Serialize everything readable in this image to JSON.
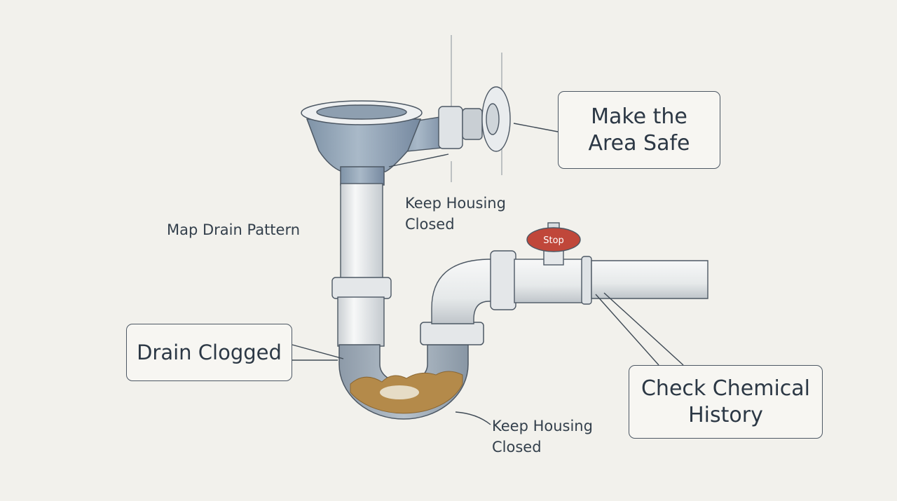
{
  "callouts": {
    "area_safe": "Make the Area Safe",
    "drain_clogged": "Drain Clogged",
    "chemical_history": "Check Chemical History"
  },
  "labels": {
    "map_drain_pattern": "Map Drain Pattern",
    "keep_housing_top": "Keep Housing Closed",
    "keep_housing_bottom": "Keep Housing Closed",
    "stop_valve": "Stop"
  },
  "colors": {
    "background": "#f2f1ec",
    "pipe_white": "#eef0f0",
    "strainer_blue": "#8fa2b5",
    "clog_brown": "#b48a4a",
    "valve_red": "#c0473a",
    "outline": "#4d5864"
  }
}
